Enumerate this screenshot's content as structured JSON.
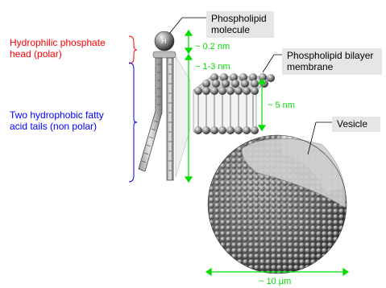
{
  "labels": {
    "head": "Hydrophilic phosphate\nhead (polar)",
    "tails": "Two hydrophobic fatty\nacid tails (non polar)",
    "molecule": "Phospholipid\nmolecule",
    "bilayer": "Phospholipid bilayer\nmembrane",
    "vesicle": "Vesicle"
  },
  "dimensions": {
    "head_size": "~ 0.2 nm",
    "tail_length": "~ 1-3 nm",
    "bilayer_thickness": "~ 5 nm",
    "vesicle_diameter": "~ 10 µm"
  },
  "head_symbol": "H",
  "colors": {
    "polar_text": "#ff0000",
    "nonpolar_text": "#0000ff",
    "dimension": "#00dd00",
    "callout_box": "#e6e6e6"
  }
}
